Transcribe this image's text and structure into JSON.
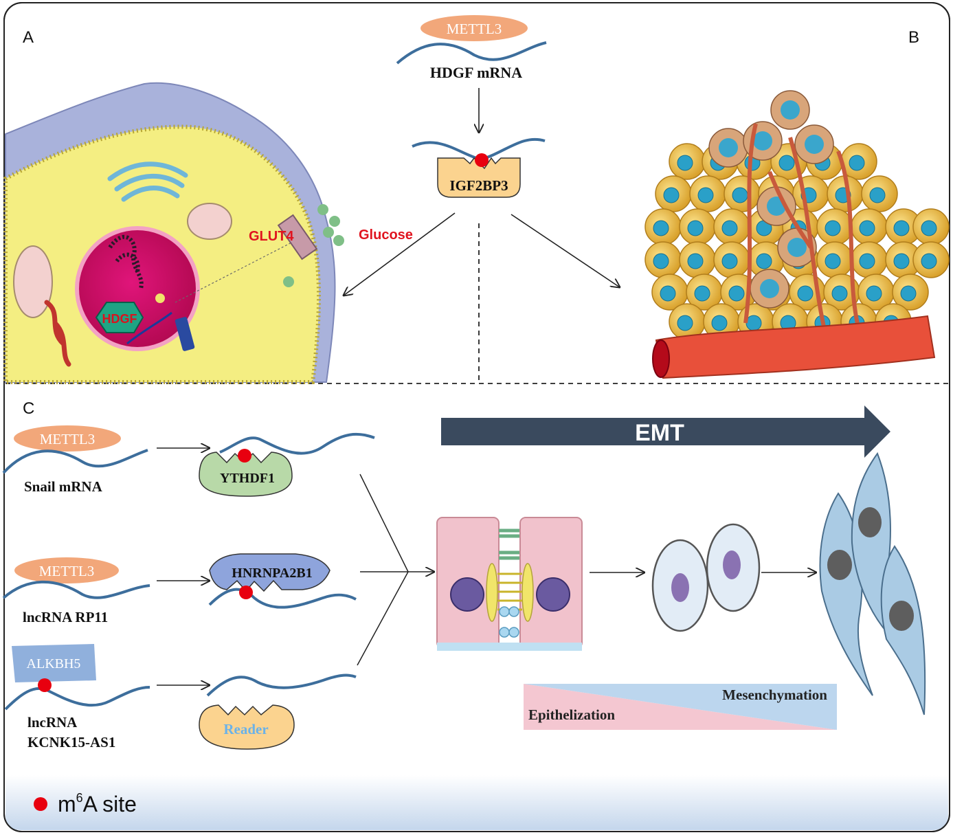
{
  "panels": {
    "a": "A",
    "b": "B",
    "c": "C"
  },
  "panel_ab": {
    "writer": "METTL3",
    "mrna": "HDGF mRNA",
    "reader": "IGF2BP3",
    "cell_hdgf": "HDGF",
    "glut4": "GLUT4",
    "glucose": "Glucose"
  },
  "panel_c": {
    "emt": "EMT",
    "row1": {
      "writer": "METTL3",
      "rna": "Snail mRNA",
      "reader": "YTHDF1"
    },
    "row2": {
      "writer": "METTL3",
      "rna": "lncRNA RP11",
      "reader": "HNRNPA2B1"
    },
    "row3": {
      "eraser": "ALKBH5",
      "rna_line1": "lncRNA",
      "rna_line2": "KCNK15-AS1",
      "reader": "Reader"
    },
    "mesenchymation": "Mesenchymation",
    "epithelization": "Epithelization"
  },
  "legend": {
    "m6a_base": "m",
    "m6a_sup": "6",
    "m6a_rest": "A site"
  },
  "colors": {
    "rna": "#3d6e9c",
    "m6a": "#e8000f",
    "writer": "#f2a77a",
    "emt_arrow": "#3a4a5e",
    "legend_band": "#c8d8ec"
  }
}
